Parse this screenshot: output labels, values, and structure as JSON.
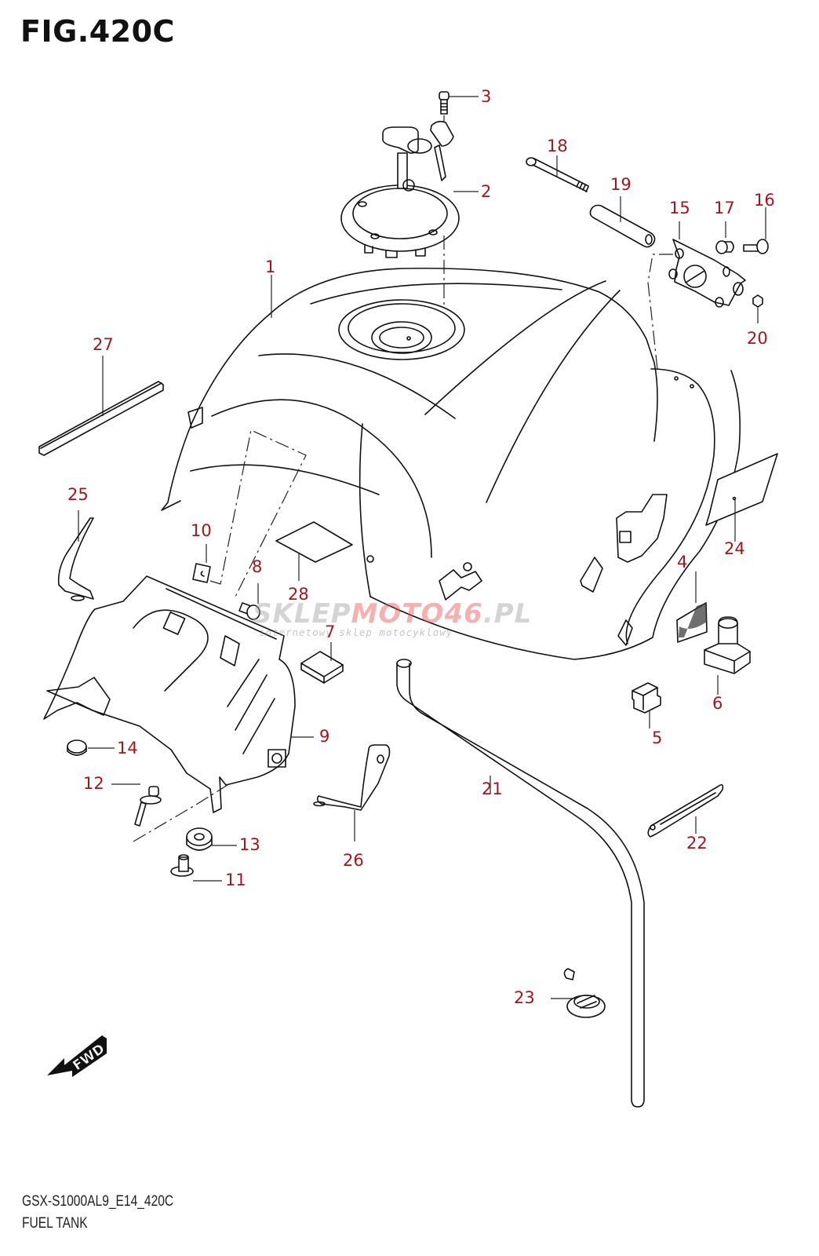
{
  "figure": {
    "title": "FIG.420C",
    "model_code": "GSX-S1000AL9_E14_420C",
    "name": "FUEL TANK"
  },
  "colors": {
    "callout": "#a8141a",
    "line": "#111111",
    "background": "#ffffff"
  },
  "watermark": {
    "brand_left": "SKLEP",
    "brand_red": "MOTO46",
    "brand_right": ".PL",
    "tagline": "internetowy sklep motocyklowy"
  },
  "direction_marker": {
    "label": "FWD",
    "icon": "forward-arrow-icon"
  },
  "parts": [
    {
      "ref": "1",
      "desc": "fuel-tank"
    },
    {
      "ref": "2",
      "desc": "fuel-cap-with-keys"
    },
    {
      "ref": "3",
      "desc": "cap-screw"
    },
    {
      "ref": "4",
      "desc": "mesh-pad"
    },
    {
      "ref": "5",
      "desc": "cushion"
    },
    {
      "ref": "6",
      "desc": "rubber-mount"
    },
    {
      "ref": "7",
      "desc": "pad"
    },
    {
      "ref": "8",
      "desc": "bolt"
    },
    {
      "ref": "9",
      "desc": "tank-bracket"
    },
    {
      "ref": "10",
      "desc": "clip-nut"
    },
    {
      "ref": "11",
      "desc": "collar"
    },
    {
      "ref": "12",
      "desc": "bolt-with-washer"
    },
    {
      "ref": "13",
      "desc": "cushion"
    },
    {
      "ref": "14",
      "desc": "cushion"
    },
    {
      "ref": "15",
      "desc": "mounting-plate"
    },
    {
      "ref": "16",
      "desc": "bolt"
    },
    {
      "ref": "17",
      "desc": "cushion"
    },
    {
      "ref": "18",
      "desc": "long-bolt"
    },
    {
      "ref": "19",
      "desc": "spacer-pipe"
    },
    {
      "ref": "20",
      "desc": "nut"
    },
    {
      "ref": "21",
      "desc": "breather-hose"
    },
    {
      "ref": "22",
      "desc": "strap"
    },
    {
      "ref": "23",
      "desc": "hose-clamp"
    },
    {
      "ref": "24",
      "desc": "label"
    },
    {
      "ref": "25",
      "desc": "stay"
    },
    {
      "ref": "26",
      "desc": "stay"
    },
    {
      "ref": "27",
      "desc": "trim-strip"
    },
    {
      "ref": "28",
      "desc": "pad"
    }
  ]
}
